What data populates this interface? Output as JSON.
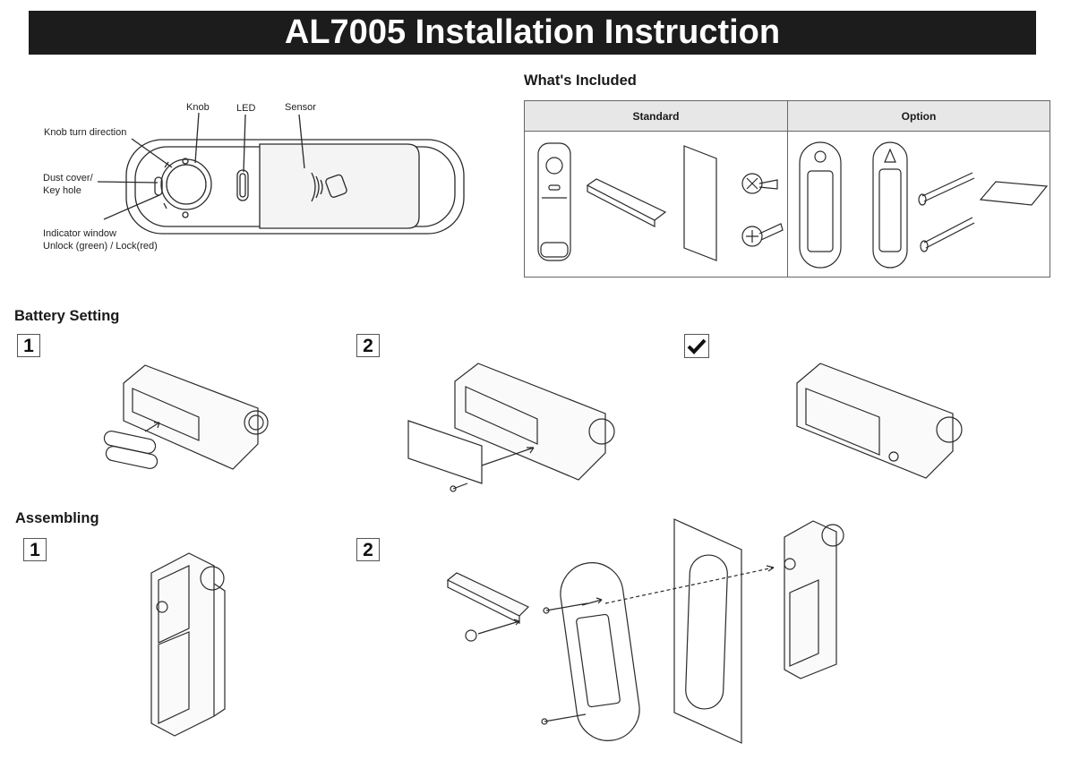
{
  "title": "AL7005 Installation Instruction",
  "overview": {
    "labels": {
      "knob": "Knob",
      "led": "LED",
      "sensor": "Sensor",
      "knob_turn_direction": "Knob turn direction",
      "dust_cover_line1": "Dust cover/",
      "dust_cover_line2": "Key hole",
      "indicator_line1": "Indicator window",
      "indicator_line2": "Unlock (green) / Lock(red)"
    },
    "icons": [
      "contactless-icon",
      "credential-card-icon",
      "knob-icon",
      "led-icon"
    ]
  },
  "whats_included": {
    "heading": "What's Included",
    "columns": [
      "Standard",
      "Option"
    ]
  },
  "battery_setting": {
    "heading": "Battery Setting",
    "steps": [
      "1",
      "2"
    ],
    "done_icon": "check-icon"
  },
  "assembling": {
    "heading": "Assembling",
    "steps": [
      "1",
      "2"
    ]
  }
}
